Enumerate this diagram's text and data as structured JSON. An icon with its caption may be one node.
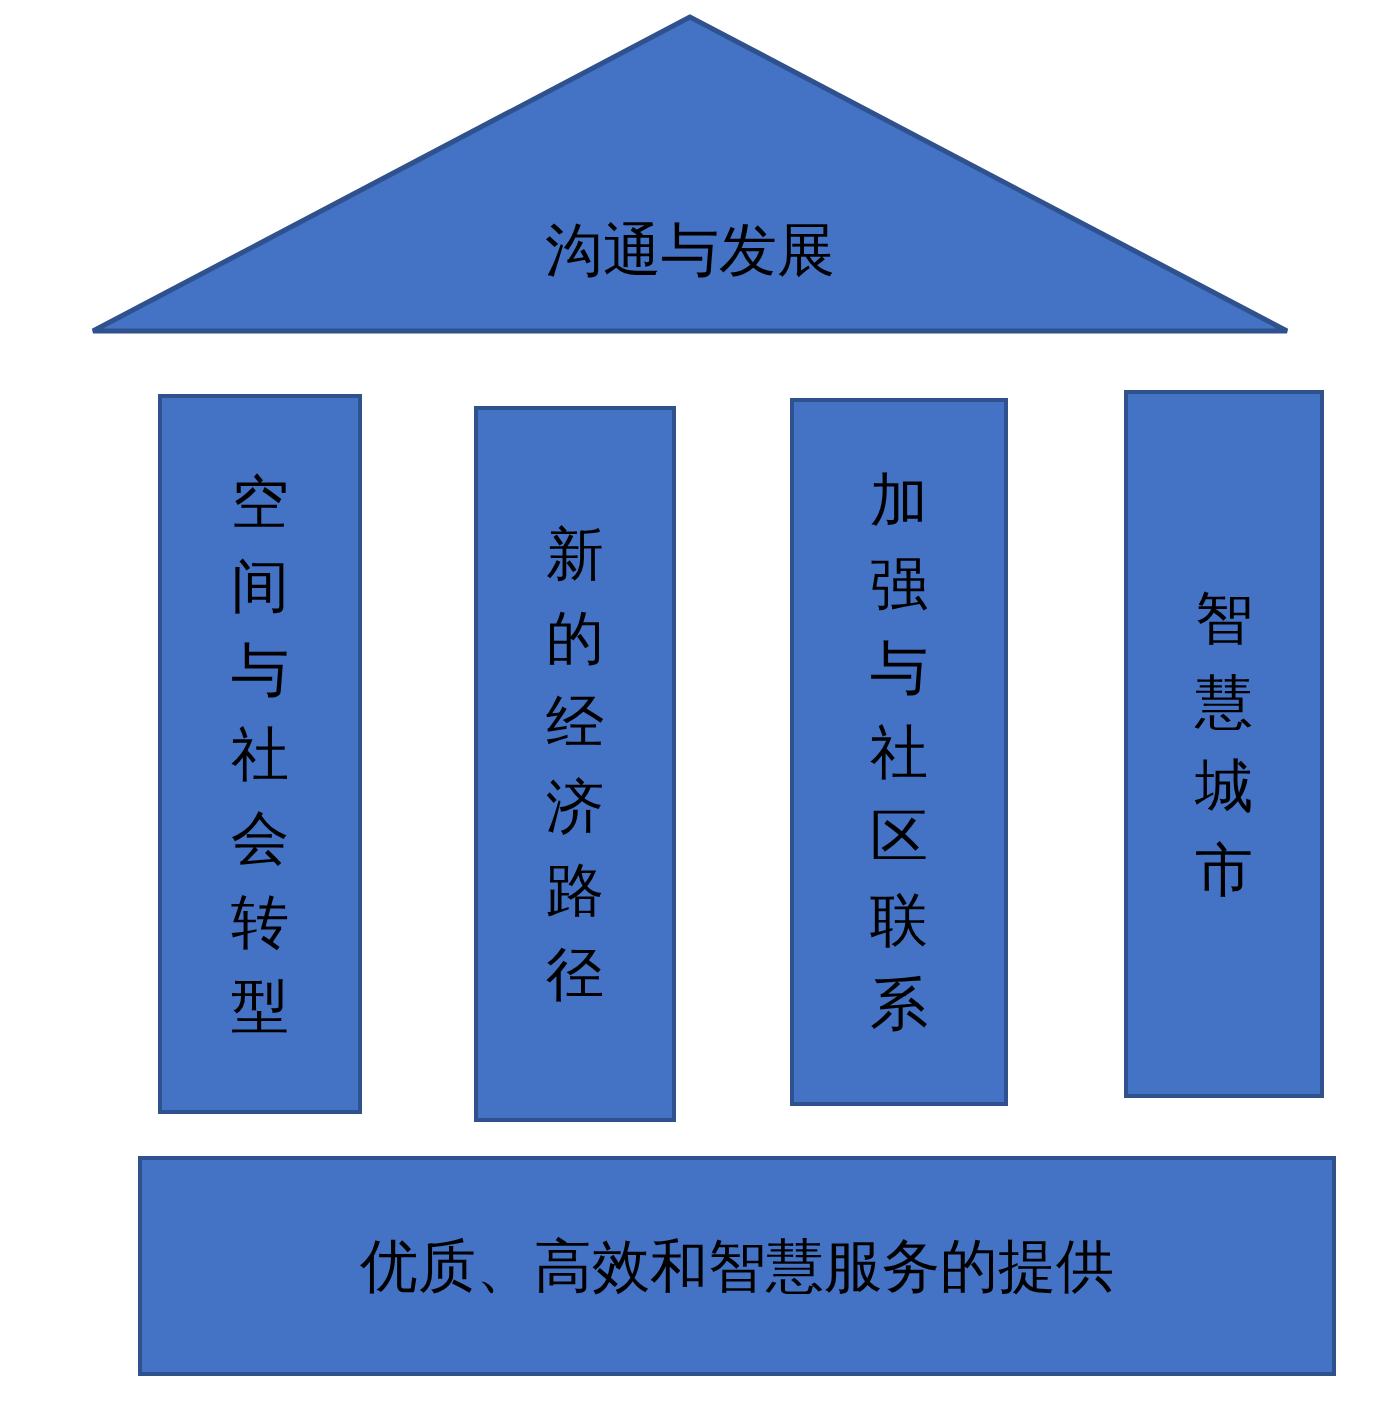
{
  "diagram": {
    "nodes": [
      {
        "text": [
          "沟通与发展"
        ]
      },
      {
        "text": [
          "空间与社会转型"
        ]
      },
      {
        "text": [
          "新的经济路径"
        ]
      },
      {
        "text": [
          "加强与社区联系"
        ]
      },
      {
        "text": [
          "智慧城市"
        ]
      },
      {
        "text": [
          "优质、高效和智慧服务的提供"
        ]
      }
    ]
  }
}
